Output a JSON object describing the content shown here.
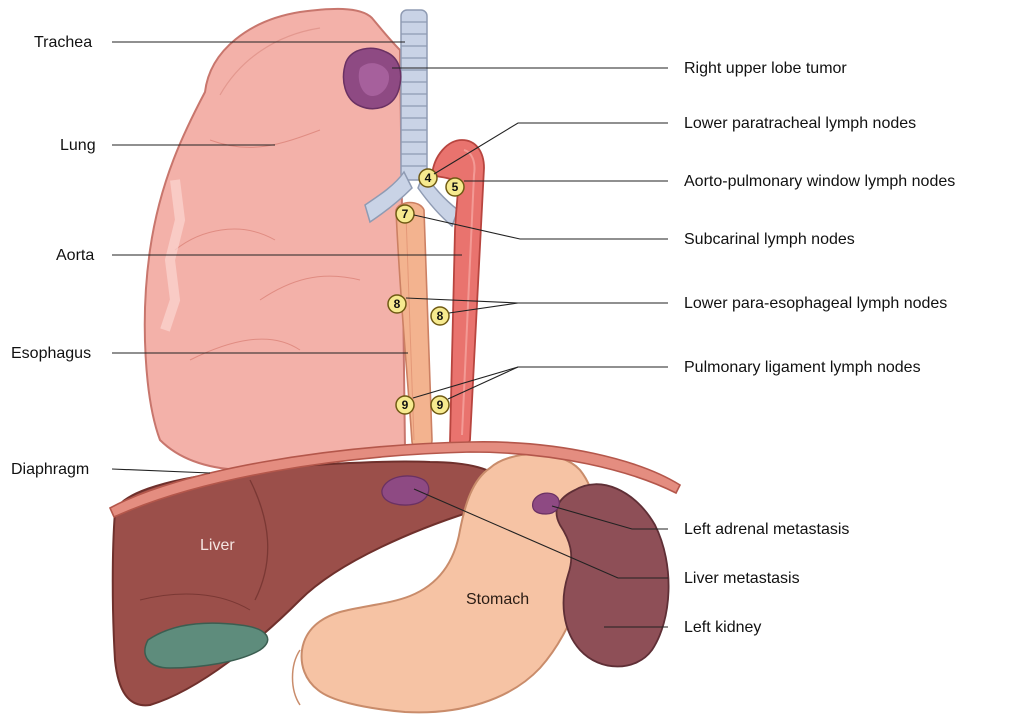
{
  "labels": {
    "trachea": "Trachea",
    "lung": "Lung",
    "aorta": "Aorta",
    "esophagus": "Esophagus",
    "diaphragm": "Diaphragm",
    "liver": "Liver",
    "stomach": "Stomach",
    "right_upper_lobe_tumor": "Right upper lobe tumor",
    "lower_paratracheal": "Lower paratracheal lymph nodes",
    "aorto_pulmonary": "Aorto-pulmonary window lymph nodes",
    "subcarinal": "Subcarinal lymph nodes",
    "lower_para_esophageal": "Lower para-esophageal lymph nodes",
    "pulmonary_ligament": "Pulmonary ligament lymph nodes",
    "left_adrenal_metastasis": "Left adrenal metastasis",
    "liver_metastasis": "Liver metastasis",
    "left_kidney": "Left kidney"
  },
  "node_numbers": {
    "n4": "4",
    "n5": "5",
    "n7": "7",
    "n8a": "8",
    "n8b": "8",
    "n9a": "9",
    "n9b": "9"
  },
  "colors": {
    "lung": "#f3b1a9",
    "aorta": "#e9736e",
    "esophagus": "#f3b38f",
    "liver": "#9b4f4a",
    "stomach": "#f6c3a4",
    "kidney": "#8e4f57",
    "tumor": "#8e4a83",
    "node_fill": "#f6ea8f"
  }
}
